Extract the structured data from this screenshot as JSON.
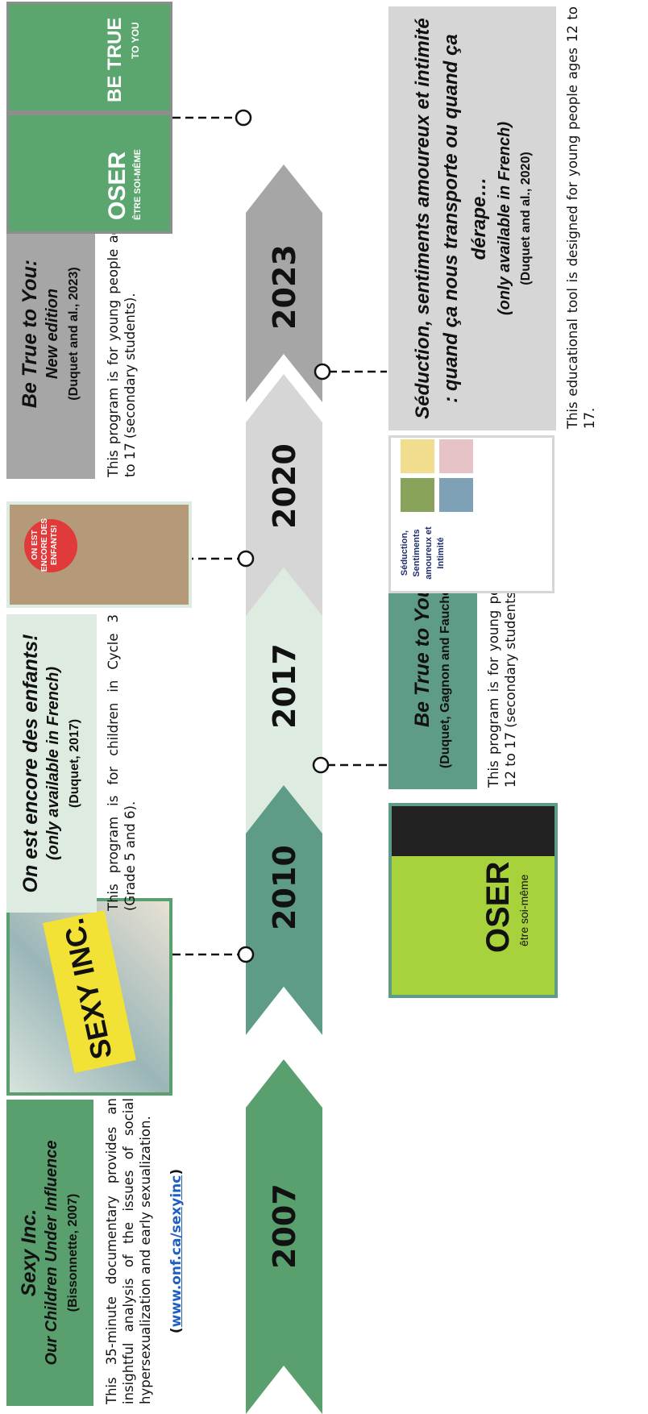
{
  "timeline": {
    "years": [
      "2007",
      "2010",
      "2017",
      "2020",
      "2023"
    ],
    "colors": {
      "green_dark": "#5aa06e",
      "green_teal": "#5e9c88",
      "green_light": "#ddebe1",
      "gray_light": "#d6d6d6",
      "gray_dark": "#a6a6a6"
    }
  },
  "items": [
    {
      "title": "Sexy Inc.",
      "subtitle": "Our Children Under Influence",
      "citation": "(Bissonnette, 2007)",
      "description": "This 35-minute documentary provides an insightful analysis of the issues of social hypersexualization and early sexualization.",
      "link_text": "www.onf.ca/sexyinc",
      "cover_text": "SEXY INC."
    },
    {
      "title": "Be True to You",
      "citation": "(Duquet, Gagnon and Faucher, 2010)",
      "description": "This program is for young people ages 12 to 17 (secondary students).",
      "cover_text": "OSER",
      "cover_subtext": "être soi-même"
    },
    {
      "title": "On est encore des enfants!",
      "subtitle": "(only available in French)",
      "citation": "(Duquet, 2017)",
      "description": "This program is for children in Cycle 3 (Grade 5 and 6).",
      "cover_text": "ON EST ENCORE DES ENFANTS!"
    },
    {
      "title": "Séduction, sentiments amoureux et intimité : quand ça nous transporte ou quand ça dérape…",
      "subtitle": "(only available in French)",
      "citation": "(Duquet and al., 2020)",
      "description": "This educational tool is designed for young people ages 12 to 17.",
      "cover_text": "Séduction, Sentiments amoureux et Intimité"
    },
    {
      "title": "Be True to You:",
      "subtitle": "New edition",
      "citation": "(Duquet and al., 2023)",
      "description": "This program is for young people ages 12 to 17 (secondary students).",
      "cover_text_a": "OSER",
      "cover_subtext_a": "ÊTRE SOI-MÊME",
      "cover_text_b": "BE TRUE",
      "cover_subtext_b": "TO YOU"
    }
  ]
}
